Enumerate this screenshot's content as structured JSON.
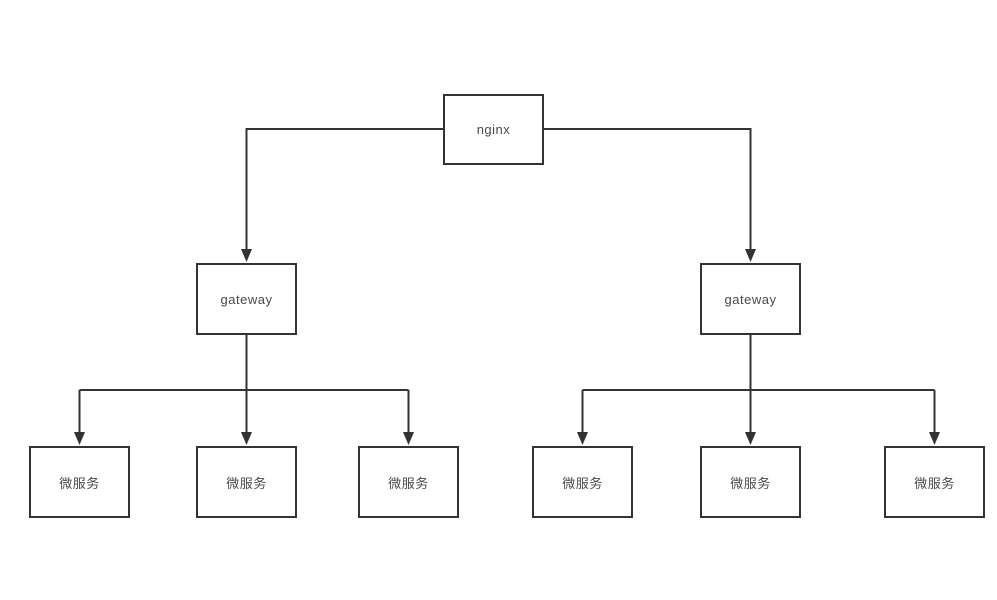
{
  "diagram": {
    "type": "flowchart",
    "colors": {
      "background": "#ffffff",
      "node_fill": "#ffffff",
      "stroke": "#333333",
      "text": "#4a4a4a"
    },
    "nodes": {
      "nginx": {
        "label": "nginx"
      },
      "gateway_left": {
        "label": "gateway"
      },
      "gateway_right": {
        "label": "gateway"
      },
      "ms1": {
        "label": "微服务"
      },
      "ms2": {
        "label": "微服务"
      },
      "ms3": {
        "label": "微服务"
      },
      "ms4": {
        "label": "微服务"
      },
      "ms5": {
        "label": "微服务"
      },
      "ms6": {
        "label": "微服务"
      }
    },
    "edges": [
      {
        "from": "nginx",
        "to": "gateway_left"
      },
      {
        "from": "nginx",
        "to": "gateway_right"
      },
      {
        "from": "gateway_left",
        "to": "ms1"
      },
      {
        "from": "gateway_left",
        "to": "ms2"
      },
      {
        "from": "gateway_left",
        "to": "ms3"
      },
      {
        "from": "gateway_right",
        "to": "ms4"
      },
      {
        "from": "gateway_right",
        "to": "ms5"
      },
      {
        "from": "gateway_right",
        "to": "ms6"
      }
    ]
  }
}
